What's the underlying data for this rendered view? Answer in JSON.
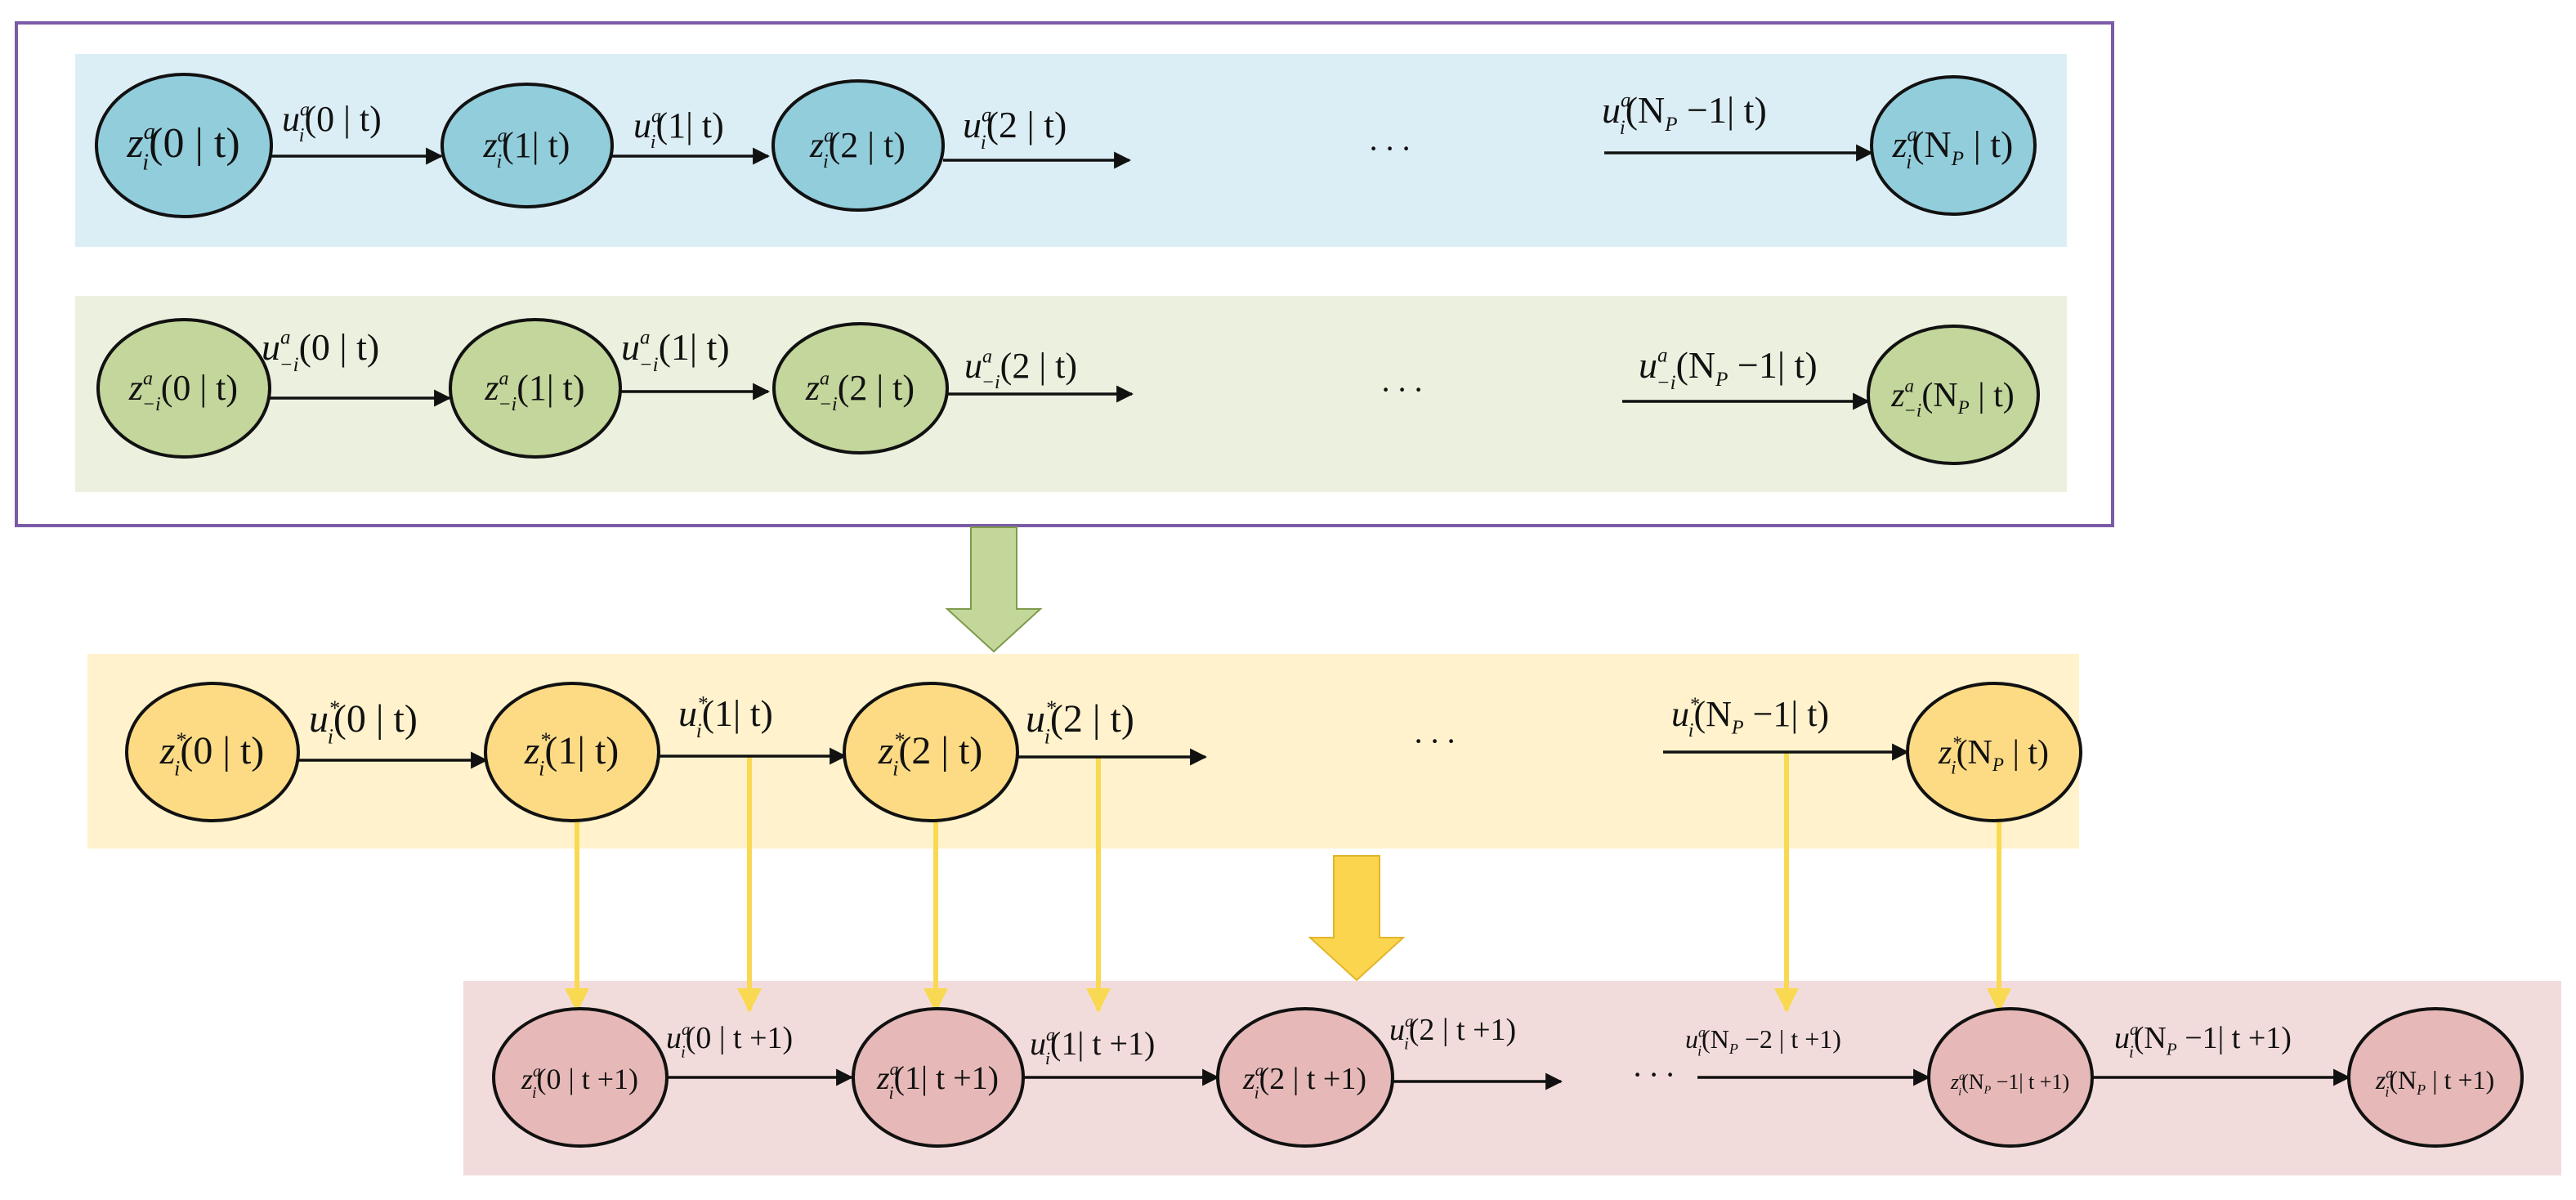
{
  "colors": {
    "frame_border": "#7B5BA6",
    "row1_band": "#DCEEF5",
    "row1_node": "#92CDDC",
    "row2_band": "#EBF1DE",
    "row2_node": "#C3D69B",
    "row3_band": "#FFF2CC",
    "row3_node": "#FDDB85",
    "row4_band": "#F2DCDB",
    "row4_node": "#E6B9B8",
    "node_stroke": "#111111",
    "edge": "#111111",
    "drop_arrow": "#F9D952",
    "green_block_arrow": "#C4D79B",
    "yellow_block_arrow": "#FBD54E"
  },
  "rows": [
    {
      "id": "row1-ua-i",
      "nodes": [
        {
          "main": "z",
          "sup": "a",
          "sub": "i",
          "arg": "(0 | t)"
        },
        {
          "main": "z",
          "sup": "a",
          "sub": "i",
          "arg": "(1| t)"
        },
        {
          "main": "z",
          "sup": "a",
          "sub": "i",
          "arg": "(2 | t)"
        },
        {
          "main": "z",
          "sup": "a",
          "sub": "i",
          "arg": "(N",
          "argsub": "P",
          "arg2": " | t)"
        }
      ],
      "edges": [
        {
          "main": "u",
          "sup": "a",
          "sub": "i",
          "arg": "(0 | t)"
        },
        {
          "main": "u",
          "sup": "a",
          "sub": "i",
          "arg": "(1| t)"
        },
        {
          "main": "u",
          "sup": "a",
          "sub": "i",
          "arg": "(2 | t)"
        },
        {
          "main": "u",
          "sup": "a",
          "sub": "i",
          "arg": "(N",
          "argsub": "P",
          "arg2": " −1| t)"
        }
      ],
      "ellipsis": "· · ·"
    },
    {
      "id": "row2-ua-minus-i",
      "nodes": [
        {
          "main": "z",
          "sup": "a",
          "sub": "−i",
          "arg": "(0 | t)"
        },
        {
          "main": "z",
          "sup": "a",
          "sub": "−i",
          "arg": "(1| t)"
        },
        {
          "main": "z",
          "sup": "a",
          "sub": "−i",
          "arg": "(2 | t)"
        },
        {
          "main": "z",
          "sup": "a",
          "sub": "−i",
          "arg": "(N",
          "argsub": "P",
          "arg2": " | t)"
        }
      ],
      "edges": [
        {
          "main": "u",
          "sup": "a",
          "sub": "−i",
          "arg": "(0 | t)"
        },
        {
          "main": "u",
          "sup": "a",
          "sub": "−i",
          "arg": "(1| t)"
        },
        {
          "main": "u",
          "sup": "a",
          "sub": "−i",
          "arg": "(2 | t)"
        },
        {
          "main": "u",
          "sup": "a",
          "sub": "−i",
          "arg": "(N",
          "argsub": "P",
          "arg2": " −1| t)"
        }
      ],
      "ellipsis": "· · ·"
    },
    {
      "id": "row3-optimal",
      "nodes": [
        {
          "main": "z",
          "sup": "*",
          "sub": "i",
          "arg": "(0 | t)"
        },
        {
          "main": "z",
          "sup": "*",
          "sub": "i",
          "arg": "(1| t)"
        },
        {
          "main": "z",
          "sup": "*",
          "sub": "i",
          "arg": "(2 | t)"
        },
        {
          "main": "z",
          "sup": "*",
          "sub": "i",
          "arg": "(N",
          "argsub": "P",
          "arg2": " | t)"
        }
      ],
      "edges": [
        {
          "main": "u",
          "sup": "*",
          "sub": "i",
          "arg": "(0 | t)"
        },
        {
          "main": "u",
          "sup": "*",
          "sub": "i",
          "arg": "(1| t)"
        },
        {
          "main": "u",
          "sup": "*",
          "sub": "i",
          "arg": "(2 | t)"
        },
        {
          "main": "u",
          "sup": "*",
          "sub": "i",
          "arg": "(N",
          "argsub": "P",
          "arg2": " −1| t)"
        }
      ],
      "ellipsis": "· · ·"
    },
    {
      "id": "row4-next-step",
      "nodes": [
        {
          "main": "z",
          "sup": "a",
          "sub": "i",
          "arg": "(0 | t +1)"
        },
        {
          "main": "z",
          "sup": "a",
          "sub": "i",
          "arg": "(1| t +1)"
        },
        {
          "main": "z",
          "sup": "a",
          "sub": "i",
          "arg": "(2 | t +1)"
        },
        {
          "main": "z",
          "sup": "a",
          "sub": "i",
          "arg": "(N",
          "argsub": "P",
          "arg2": " −1| t +1)"
        },
        {
          "main": "z",
          "sup": "a",
          "sub": "i",
          "arg": "(N",
          "argsub": "P",
          "arg2": " | t +1)"
        }
      ],
      "edges": [
        {
          "main": "u",
          "sup": "a",
          "sub": "i",
          "arg": "(0 | t +1)"
        },
        {
          "main": "u",
          "sup": "a",
          "sub": "i",
          "arg": "(1| t +1)"
        },
        {
          "main": "u",
          "sup": "a",
          "sub": "i",
          "arg": "(2 | t +1)"
        },
        {
          "main": "u",
          "sup": "a",
          "sub": "i",
          "arg": "(N",
          "argsub": "P",
          "arg2": " −2 | t +1)"
        },
        {
          "main": "u",
          "sup": "a",
          "sub": "i",
          "arg": "(N",
          "argsub": "P",
          "arg2": " −1| t +1)"
        }
      ],
      "ellipsis": "· · ·"
    }
  ]
}
